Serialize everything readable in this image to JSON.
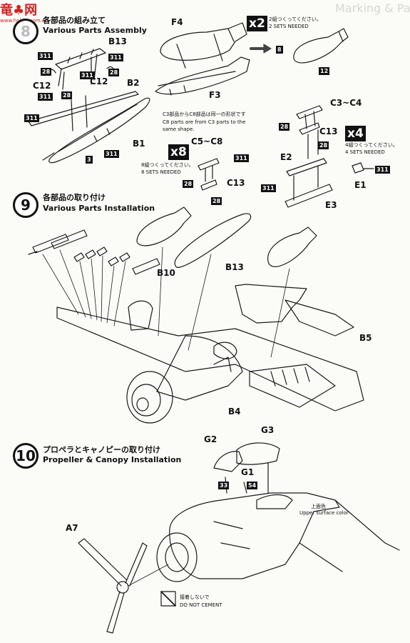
{
  "header": {
    "faint_title": "Marking & Painting"
  },
  "watermark": {
    "brand_line1": "竜♣网",
    "brand_line2": "www.hobby.com.cn",
    "brand_color": "#d42020"
  },
  "section8": {
    "title_jp": "各部品の組み立て",
    "title_en": "Various Parts Assembly",
    "labels": {
      "b13": "B13",
      "b2": "B2",
      "b1": "B1",
      "c12_left": "C12",
      "c12_right": "C12",
      "f4": "F4",
      "f3": "F3",
      "c3_c4": "C3~C4",
      "c13_top": "C13",
      "e2": "E2",
      "e1": "E1",
      "e3": "E3",
      "c5_c8": "C5~C8",
      "c13_bottom": "C13"
    },
    "paint": {
      "p311_a": "311",
      "p28_a": "28",
      "p311_b": "311",
      "p28_b": "28",
      "p311_c": "311",
      "p311_d": "311",
      "p28_c": "28",
      "p311_e": "311",
      "p3": "3",
      "p311_f": "311",
      "p8": "8",
      "p12": "12",
      "p28_d": "28",
      "p28_e": "28",
      "p311_g": "311",
      "p311_h": "311",
      "p28_f": "28",
      "p28_g": "28",
      "p311_i": "311"
    },
    "note_x2_jp": "2組つくってください。",
    "note_x2_en": "2 SETS NEEDED",
    "x2": "x2",
    "note_same_jp": "C3部品からC8部品は同一の形状です",
    "note_same_en1": "C8 parts are from C3 parts to the",
    "note_same_en2": "same shape.",
    "x4": "x4",
    "note_x4_jp": "4組つくってください。",
    "note_x4_en": "4 SETS NEEDED",
    "x8": "x8",
    "note_x8_jp": "8組つくってください。",
    "note_x8_en": "8 SETS NEEDED"
  },
  "section9": {
    "step": "9",
    "title_jp": "各部品の取り付け",
    "title_en": "Various Parts Installation",
    "labels": {
      "b10": "B10",
      "b13": "B13",
      "b5": "B5",
      "b4": "B4"
    }
  },
  "section10": {
    "step": "10",
    "title_jp": "プロペラとキャノピーの取り付け",
    "title_en": "Propeller & Canopy Installation",
    "labels": {
      "g2": "G2",
      "g3": "G3",
      "g1": "G1",
      "a7": "A7"
    },
    "paint": {
      "p33": "33",
      "p54": "54"
    },
    "upper_jp": "上面色",
    "upper_en": "Upper surface color",
    "nocement_jp": "接着しないで",
    "nocement_en": "DO NOT CEMENT"
  }
}
